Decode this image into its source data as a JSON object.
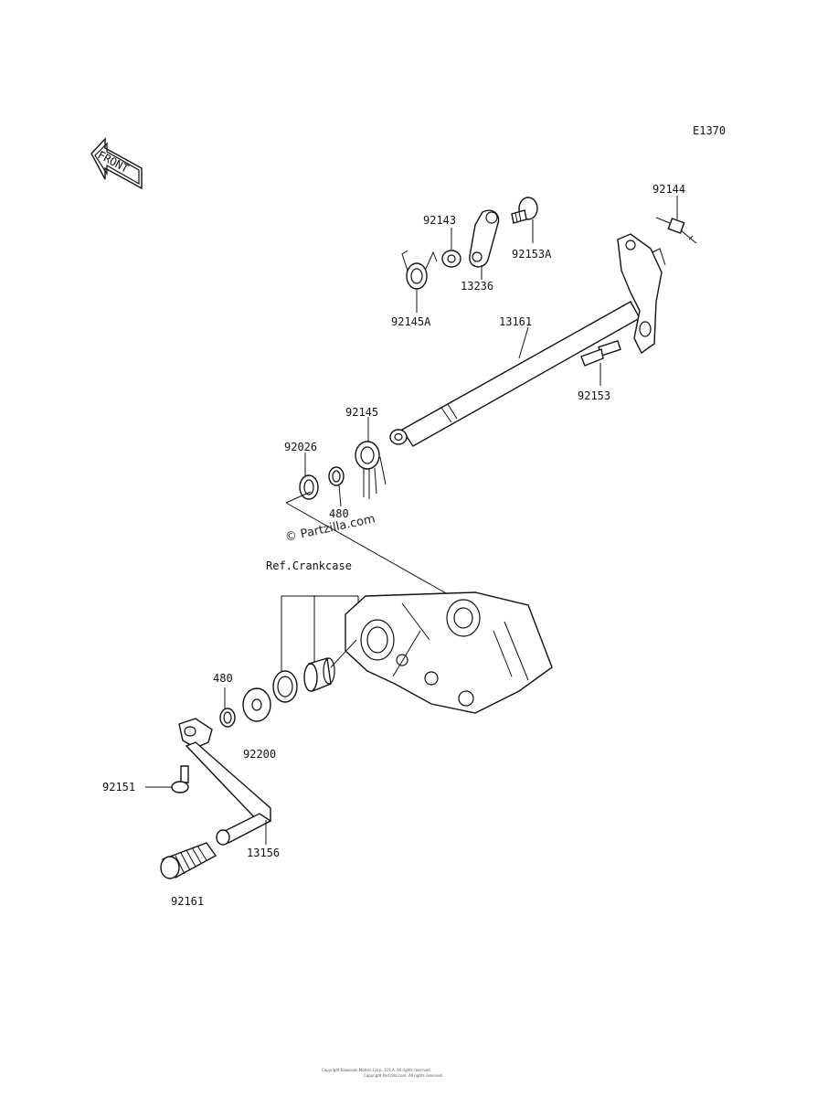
{
  "diagram_code": "E1370",
  "front_label": "FRONT",
  "watermark": "© Partzilla.com",
  "crankcase_label": "Ref.Crankcase",
  "footer_line1": "Copyright Kawasaki Motors Corp., U.S.A. All rights reserved.",
  "footer_line2": "Copyright Partzilla.com. All rights reserved.",
  "parts": {
    "p92144": "92144",
    "p92143": "92143",
    "p92153A": "92153A",
    "p13236": "13236",
    "p92145A": "92145A",
    "p13161": "13161",
    "p92153": "92153",
    "p92145": "92145",
    "p92026": "92026",
    "p480a": "480",
    "p480b": "480",
    "p92200": "92200",
    "p92151": "92151",
    "p13156": "13156",
    "p92161": "92161"
  }
}
